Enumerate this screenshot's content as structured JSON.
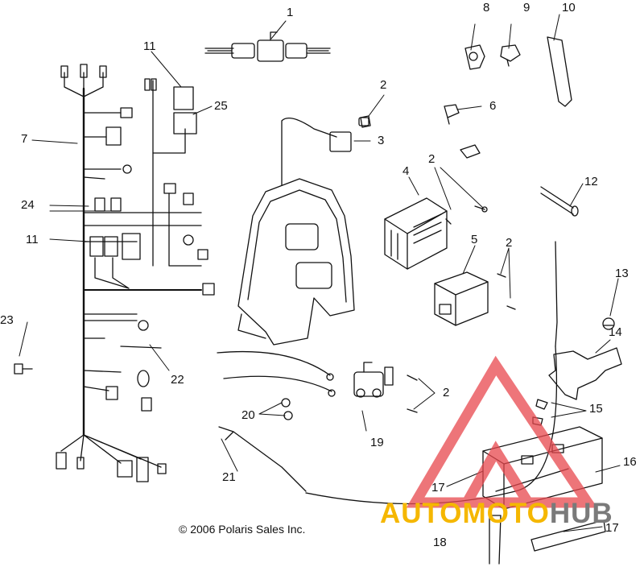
{
  "diagram": {
    "callouts": [
      "1",
      "2",
      "3",
      "4",
      "5",
      "6",
      "7",
      "8",
      "9",
      "10",
      "11",
      "12",
      "13",
      "14",
      "15",
      "16",
      "17",
      "18",
      "19",
      "20",
      "21",
      "22",
      "23",
      "24",
      "25"
    ],
    "copyright": "© 2006 Polaris Sales Inc.",
    "watermark": {
      "part1": "AUTOMOTO",
      "part2": "HUB",
      "color_primary": "#f5b700",
      "color_secondary": "#7a7a7a",
      "logo_color": "#e8474d"
    }
  }
}
